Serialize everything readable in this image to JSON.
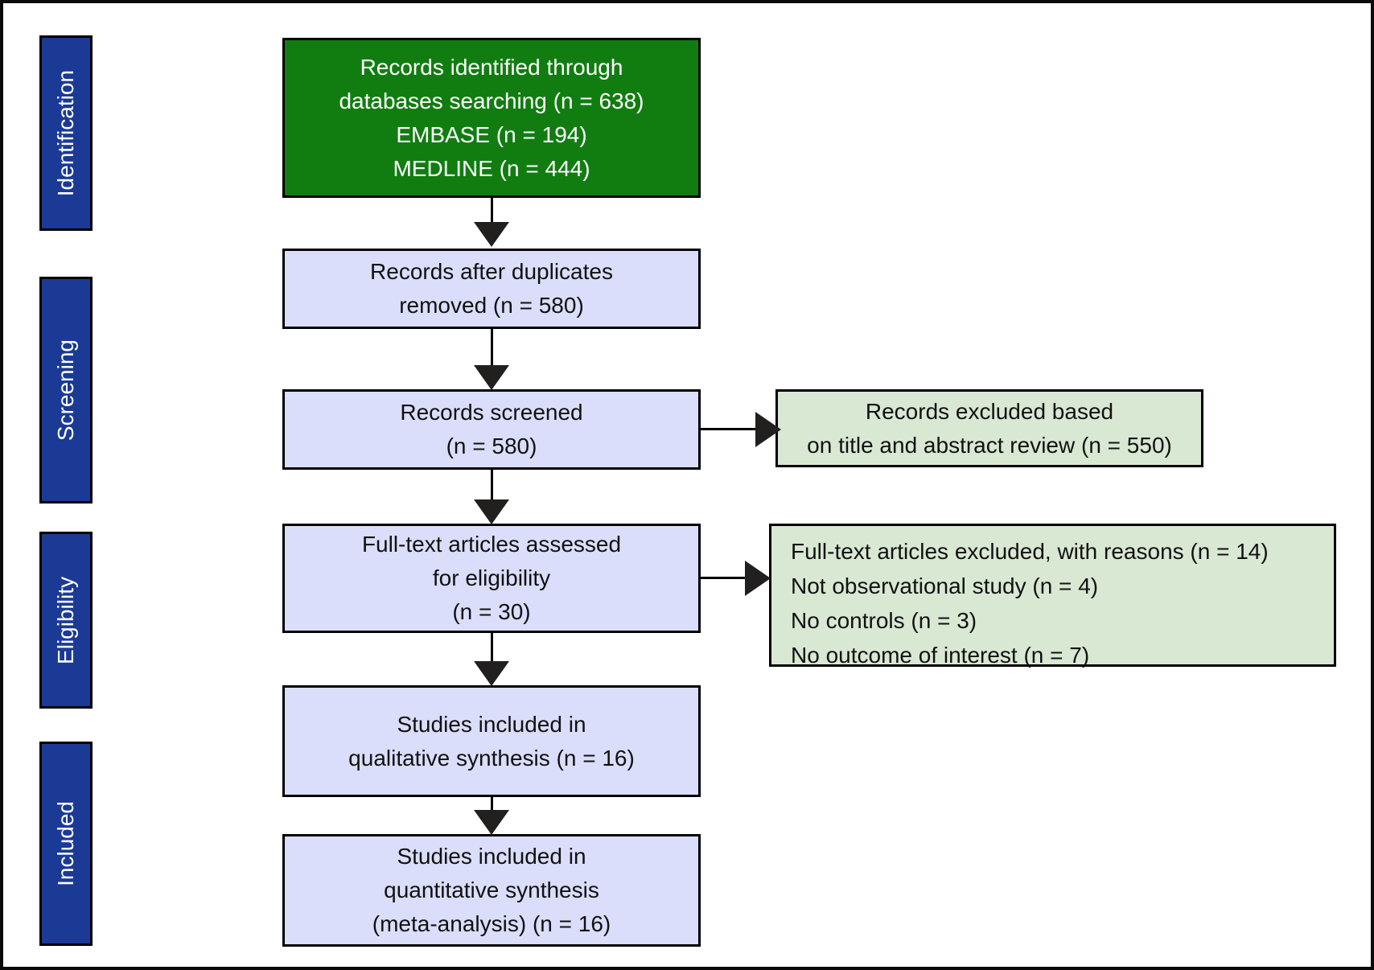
{
  "figure": {
    "type": "prisma-flow-diagram"
  },
  "colors": {
    "identified_box_bg": "#117d11",
    "process_box_bg": "#dadefa",
    "excluded_box_bg": "#d9e8d3",
    "stage_label_bg": "#1a3a96",
    "border": "#000000",
    "arrow": "#221f1f"
  },
  "stages": [
    {
      "label": "Identification"
    },
    {
      "label": "Screening"
    },
    {
      "label": "Eligibility"
    },
    {
      "label": "Included"
    }
  ],
  "main_boxes": [
    {
      "lines": [
        "Records identified through",
        "databases searching (n = 638)",
        "EMBASE (n = 194)",
        "MEDLINE (n = 444)"
      ]
    },
    {
      "lines": [
        "Records after duplicates",
        "removed (n = 580)"
      ]
    },
    {
      "lines": [
        "Records screened",
        "(n = 580)"
      ]
    },
    {
      "lines": [
        "Full-text articles assessed",
        "for eligibility",
        "(n = 30)"
      ]
    },
    {
      "lines": [
        "Studies included in",
        "qualitative synthesis (n = 16)"
      ]
    },
    {
      "lines": [
        "Studies included in",
        "quantitative synthesis",
        "(meta-analysis) (n = 16)"
      ]
    }
  ],
  "exclusion_boxes": [
    {
      "lines": [
        "Records excluded based",
        "on title and abstract review (n = 550)"
      ]
    },
    {
      "lines": [
        "Full-text articles excluded, with reasons (n = 14)",
        "Not observational study (n = 4)",
        "No controls (n = 3)",
        "No outcome of interest (n = 7)"
      ]
    }
  ]
}
